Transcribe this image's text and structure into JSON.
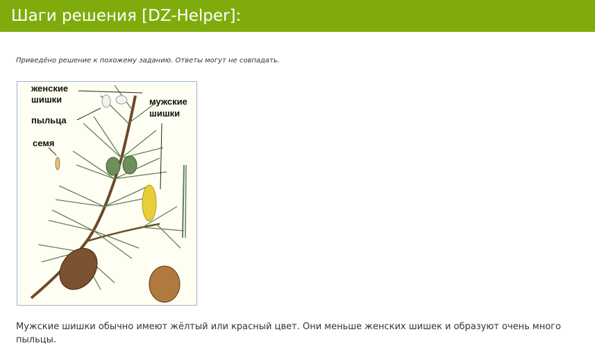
{
  "header": {
    "title": "Шаги решения [DZ-Helper]:"
  },
  "note": "Приведёно решение к похожему заданию. Ответы могут не совпадать.",
  "figure": {
    "labels": {
      "female_cones_line1": "женские",
      "female_cones_line2": "шишки",
      "pollen": "пыльца",
      "seed": "семя",
      "male_cones_line1": "мужские",
      "male_cones_line2": "шишки"
    }
  },
  "caption": "Мужские шишки обычно имеют жёлтый или красный цвет. Они меньше женских шишек и образуют очень много пыльцы.",
  "colors": {
    "header_bg": "#7fac0c",
    "figure_bg": "#fffef2",
    "figure_border": "#9ab3d6"
  }
}
